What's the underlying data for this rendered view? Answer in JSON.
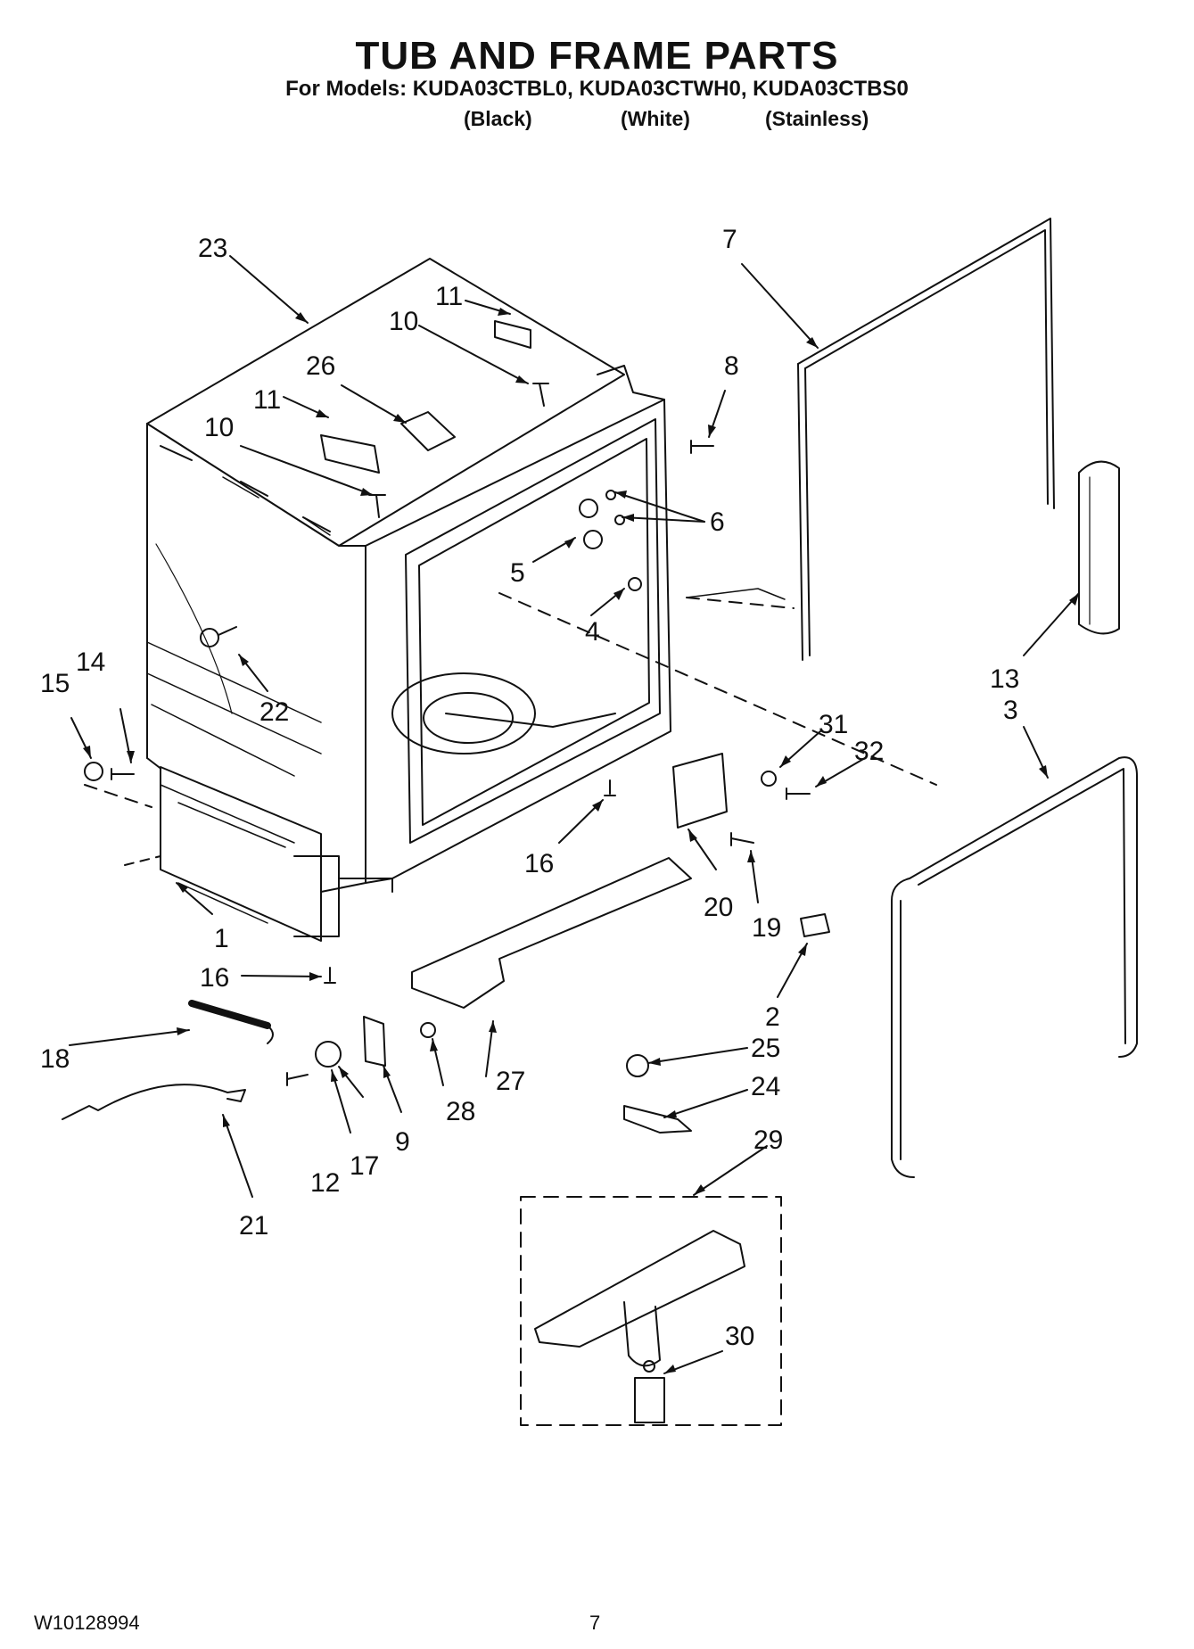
{
  "header": {
    "title": "TUB AND FRAME PARTS",
    "subtitle": "For Models: KUDA03CTBL0, KUDA03CTWH0, KUDA03CTBS0",
    "variants": [
      "(Black)",
      "(White)",
      "(Stainless)"
    ]
  },
  "footer": {
    "doc_number": "W10128994",
    "page_number": "7"
  },
  "callouts": [
    "23",
    "11",
    "10",
    "26",
    "11",
    "10",
    "8",
    "7",
    "6",
    "5",
    "4",
    "22",
    "15",
    "14",
    "13",
    "3",
    "31",
    "32",
    "16",
    "20",
    "19",
    "1",
    "16",
    "2",
    "25",
    "24",
    "18",
    "17",
    "12",
    "9",
    "28",
    "27",
    "29",
    "30",
    "21"
  ]
}
